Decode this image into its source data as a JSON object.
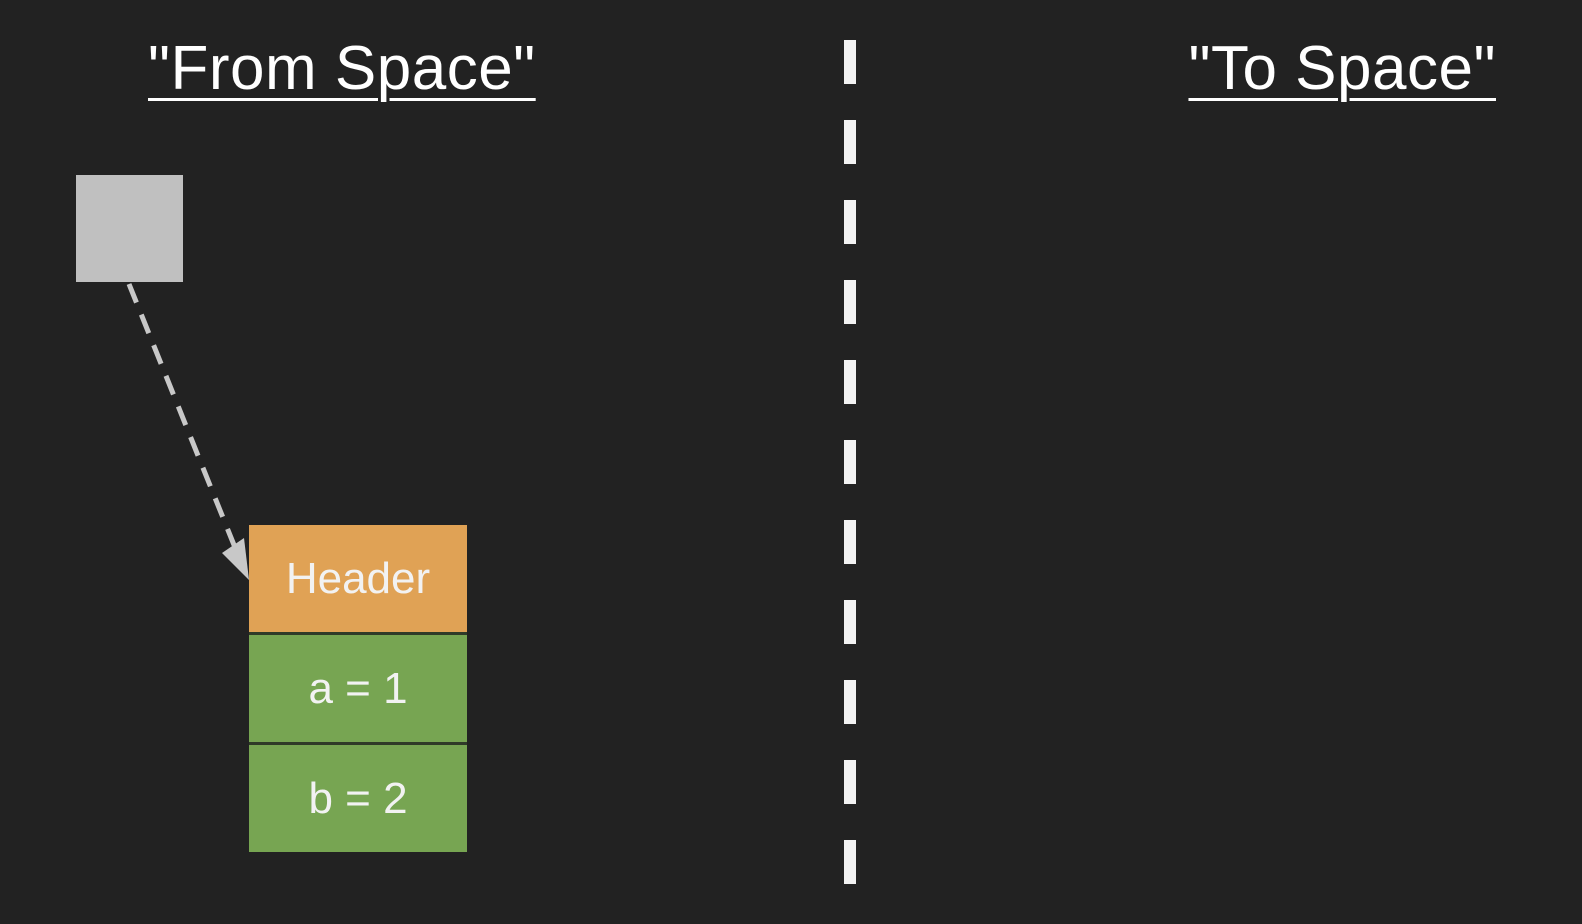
{
  "headings": {
    "from_space": "\"From Space\"",
    "to_space": "\"To Space\""
  },
  "object": {
    "header_label": "Header",
    "fields": [
      {
        "label": "a = 1"
      },
      {
        "label": "b = 2"
      }
    ]
  },
  "colors": {
    "background": "#222222",
    "root_square": "#c0c0c0",
    "header": "#e0a255",
    "field": "#77a552",
    "divider": "#f2f2f2",
    "pointer": "#c8c8c8"
  }
}
